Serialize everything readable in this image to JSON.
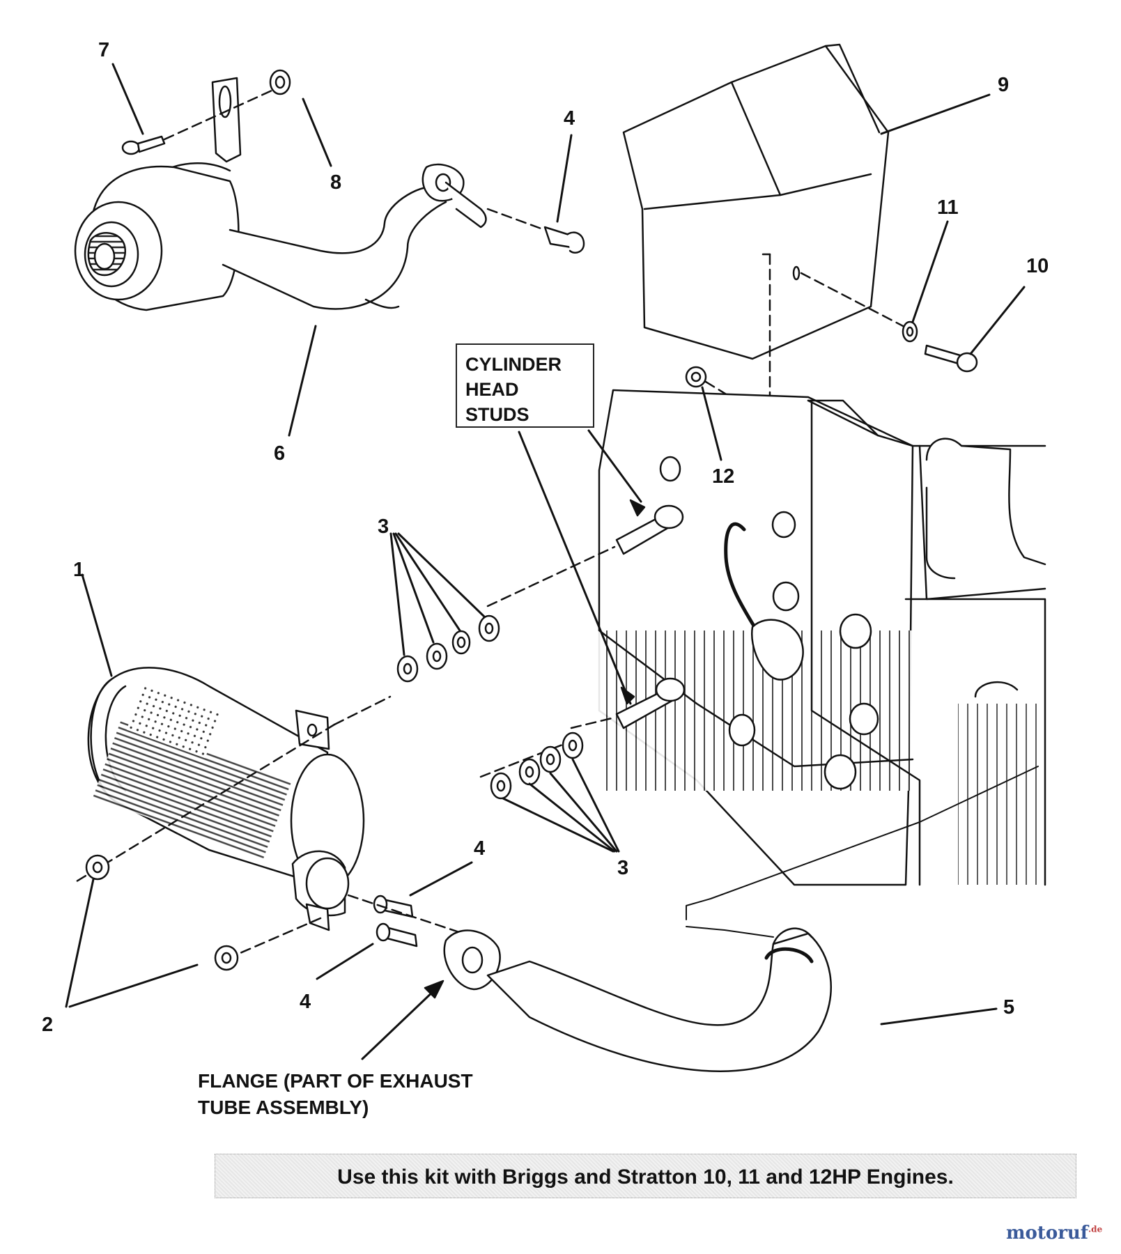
{
  "callouts": [
    {
      "id": "c7",
      "text": "7"
    },
    {
      "id": "c8",
      "text": "8"
    },
    {
      "id": "c4a",
      "text": "4"
    },
    {
      "id": "c9",
      "text": "9"
    },
    {
      "id": "c11",
      "text": "11"
    },
    {
      "id": "c10",
      "text": "10"
    },
    {
      "id": "c6",
      "text": "6"
    },
    {
      "id": "c12",
      "text": "12"
    },
    {
      "id": "c3a",
      "text": "3"
    },
    {
      "id": "c1",
      "text": "1"
    },
    {
      "id": "c4b",
      "text": "4"
    },
    {
      "id": "c3b",
      "text": "3"
    },
    {
      "id": "c4c",
      "text": "4"
    },
    {
      "id": "c2",
      "text": "2"
    },
    {
      "id": "c5",
      "text": "5"
    }
  ],
  "cylinder_note": {
    "line1": "CYLINDER",
    "line2": "HEAD",
    "line3": "STUDS"
  },
  "flange_note": {
    "line1": "FLANGE (PART OF EXHAUST",
    "line2": "TUBE ASSEMBLY)"
  },
  "footer": {
    "text": "Use this kit with Briggs and Stratton 10, 11 and 12HP Engines."
  },
  "watermark": {
    "text": "motoruf",
    "suffix": ".de"
  }
}
